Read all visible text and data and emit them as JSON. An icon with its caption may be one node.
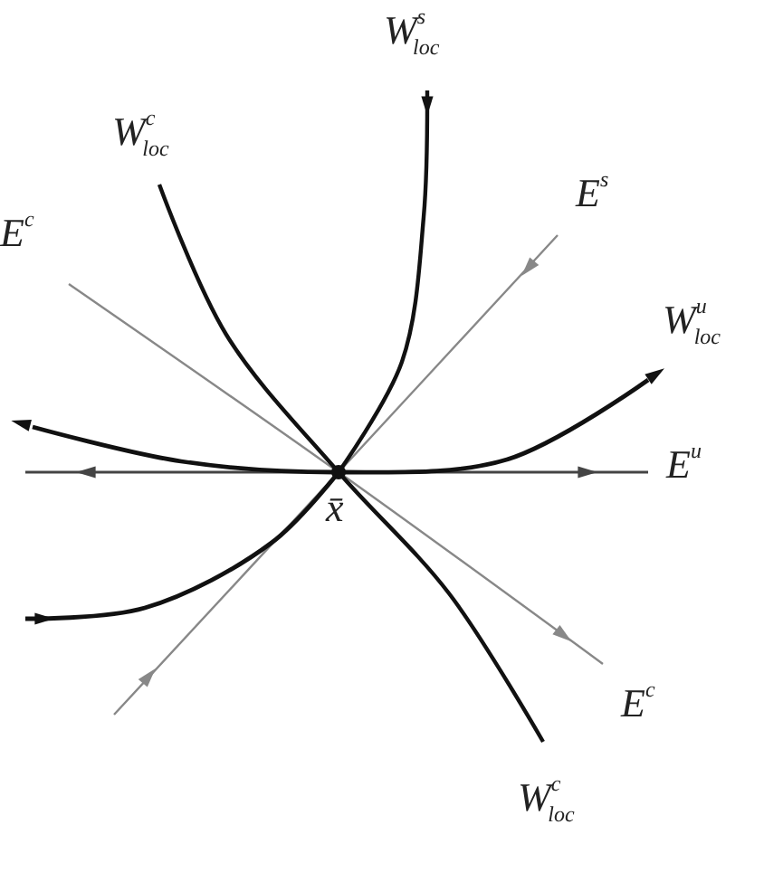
{
  "diagram": {
    "labels": [
      "W$^{s}$$_{loc}$",
      "W$^{c}$$_{loc}$",
      "E$^{c}$",
      "E$^{s}$",
      "W$^{u}$$_{loc}$",
      "E$^{u}$",
      "x̄",
      "E$^{c}$",
      "W$^{c}$$_{loc}$"
    ]
  }
}
